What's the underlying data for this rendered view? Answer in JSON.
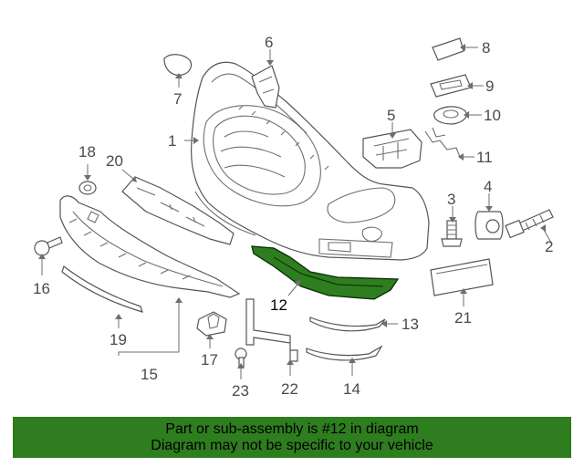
{
  "callouts": [
    {
      "id": "1",
      "label": "1"
    },
    {
      "id": "2",
      "label": "2"
    },
    {
      "id": "3",
      "label": "3"
    },
    {
      "id": "4",
      "label": "4"
    },
    {
      "id": "5",
      "label": "5"
    },
    {
      "id": "6",
      "label": "6"
    },
    {
      "id": "7",
      "label": "7"
    },
    {
      "id": "8",
      "label": "8"
    },
    {
      "id": "9",
      "label": "9"
    },
    {
      "id": "10",
      "label": "10"
    },
    {
      "id": "11",
      "label": "11"
    },
    {
      "id": "12",
      "label": "12"
    },
    {
      "id": "13",
      "label": "13"
    },
    {
      "id": "14",
      "label": "14"
    },
    {
      "id": "15",
      "label": "15"
    },
    {
      "id": "16",
      "label": "16"
    },
    {
      "id": "17",
      "label": "17"
    },
    {
      "id": "18",
      "label": "18"
    },
    {
      "id": "19",
      "label": "19"
    },
    {
      "id": "20",
      "label": "20"
    },
    {
      "id": "21",
      "label": "21"
    },
    {
      "id": "22",
      "label": "22"
    },
    {
      "id": "23",
      "label": "23"
    }
  ],
  "highlight_part": "12",
  "colors": {
    "highlight_fill": "#2e7d1f",
    "banner_bg": "#2e7d1f",
    "line": "#6e6e6e"
  },
  "banner": {
    "line1": "Part or sub-assembly is #12 in diagram",
    "line2": "Diagram may not be specific to your vehicle"
  }
}
